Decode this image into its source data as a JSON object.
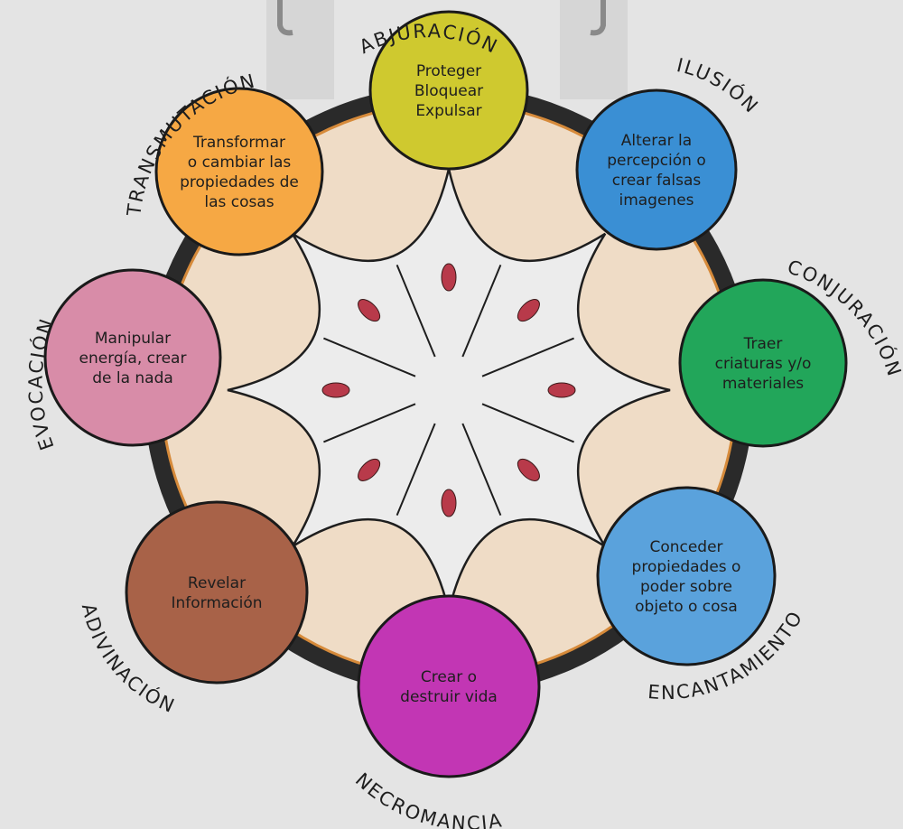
{
  "schools": [
    {
      "key": "abjuracion",
      "name": "ABJURACIÓN",
      "lines": [
        "Proteger",
        "Bloquear",
        "Expulsar"
      ],
      "color": "#cfc92f"
    },
    {
      "key": "ilusion",
      "name": "ILUSIÓN",
      "lines": [
        "Alterar la",
        "percepción o",
        "crear falsas",
        "imagenes"
      ],
      "color": "#3a8fd4"
    },
    {
      "key": "conjuracion",
      "name": "CONJURACIÓN",
      "lines": [
        "Traer",
        "criaturas y/o",
        "materiales"
      ],
      "color": "#22a65a"
    },
    {
      "key": "encantamiento",
      "name": "ENCANTAMIENTO",
      "lines": [
        "Conceder",
        "propiedades o",
        "poder sobre",
        "objeto o cosa"
      ],
      "color": "#5aa2dc"
    },
    {
      "key": "necromancia",
      "name": "NECROMANCIA",
      "lines": [
        "Crear o",
        "destruir vida"
      ],
      "color": "#c236b4"
    },
    {
      "key": "adivinacion",
      "name": "ADIVINACIÓN",
      "lines": [
        "Revelar",
        "Información"
      ],
      "color": "#a86248"
    },
    {
      "key": "evocacion",
      "name": "EVOCACIÓN",
      "lines": [
        "Manipular",
        "energía, crear",
        "de la nada"
      ],
      "color": "#d88ca8"
    },
    {
      "key": "transmutacion",
      "name": "TRANSMUTACIÓN",
      "lines": [
        "Transformar",
        "o cambiar las",
        "propiedades de",
        "las cosas"
      ],
      "color": "#f6a844"
    }
  ],
  "colors": {
    "ring": "#2a2a2a",
    "inner_fill": "#efdcc6",
    "inner_stroke": "#d68a3a",
    "star_fill": "#ececec",
    "ellipse_fill": "#b83a4a",
    "paper": "#e4e4e4"
  }
}
